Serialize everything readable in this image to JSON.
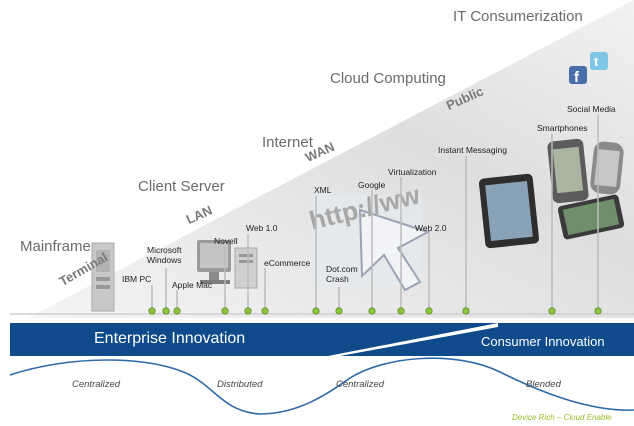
{
  "eras": [
    "Mainframe",
    "Client Server",
    "Internet",
    "Cloud Computing",
    "IT Consumerization"
  ],
  "networks": [
    "Terminal",
    "LAN",
    "WAN",
    "Public"
  ],
  "milestones": [
    "IBM PC",
    "Microsoft Windows",
    "Apple Mac",
    "Novell",
    "Web 1.0",
    "eCommerce",
    "XML",
    "Dot.com Crash",
    "Google",
    "Virtualization",
    "Web 2.0",
    "Instant Messaging",
    "Smartphones",
    "Social Media"
  ],
  "bands": {
    "enterprise": "Enterprise Innovation",
    "consumer": "Consumer Innovation"
  },
  "phases": [
    "Centralized",
    "Distributed",
    "Centralized",
    "Blended"
  ],
  "footer": "Device Rich – Cloud Enable",
  "illustration_text": "http://ww",
  "colors": {
    "band": "#0f4a8a",
    "dot": "#8cc63f",
    "wave": "#2f6aa8",
    "footer": "#9bbf2a",
    "triangle": "#d9d9d9"
  },
  "icons": [
    "terminal-icon",
    "desktop-computer-icon",
    "browser-cursor-icon",
    "tablet-icon",
    "smartphone-icon",
    "facebook-icon",
    "twitter-icon"
  ]
}
